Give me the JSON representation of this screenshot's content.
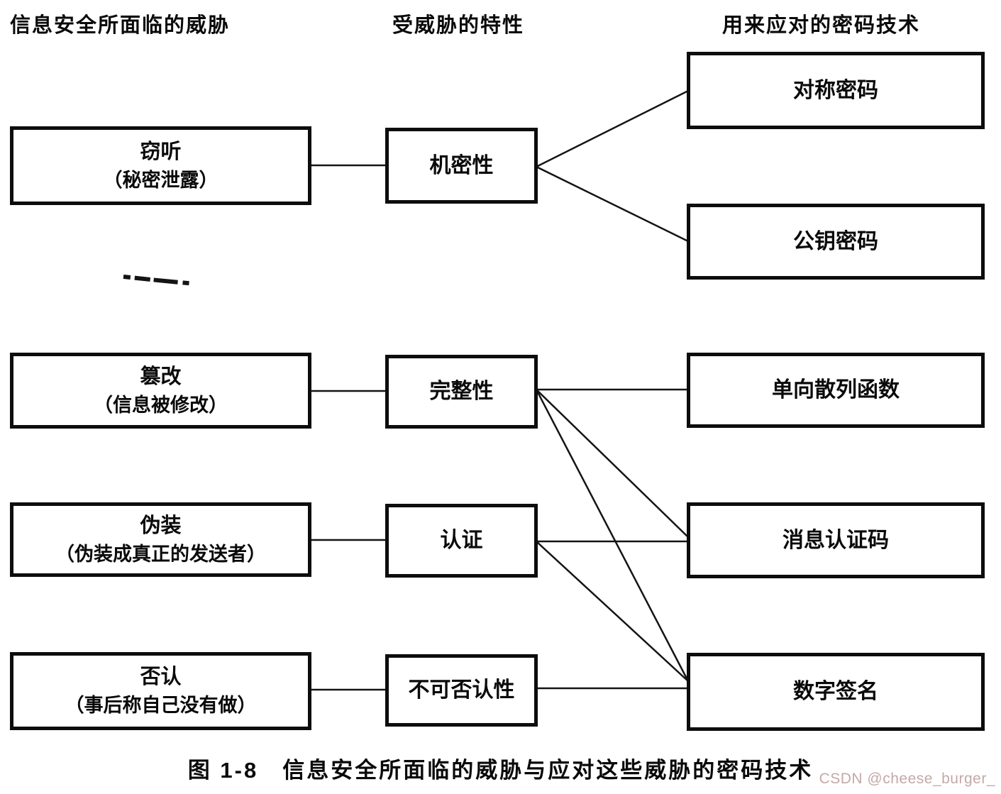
{
  "headers": {
    "threats": "信息安全所面临的威胁",
    "properties": "受威胁的特性",
    "techniques": "用来应对的密码技术"
  },
  "threats": [
    {
      "title": "窃听",
      "subtitle": "（秘密泄露）"
    },
    {
      "title": "篡改",
      "subtitle": "（信息被修改）"
    },
    {
      "title": "伪装",
      "subtitle": "（伪装成真正的发送者）"
    },
    {
      "title": "否认",
      "subtitle": "（事后称自己没有做）"
    }
  ],
  "properties": [
    {
      "label": "机密性"
    },
    {
      "label": "完整性"
    },
    {
      "label": "认证"
    },
    {
      "label": "不可否认性"
    }
  ],
  "techniques": [
    {
      "label": "对称密码"
    },
    {
      "label": "公钥密码"
    },
    {
      "label": "单向散列函数"
    },
    {
      "label": "消息认证码"
    },
    {
      "label": "数字签名"
    }
  ],
  "connections": [
    {
      "from": "窃听",
      "to": "机密性"
    },
    {
      "from": "机密性",
      "to": "对称密码"
    },
    {
      "from": "机密性",
      "to": "公钥密码"
    },
    {
      "from": "篡改",
      "to": "完整性"
    },
    {
      "from": "完整性",
      "to": "单向散列函数"
    },
    {
      "from": "完整性",
      "to": "消息认证码"
    },
    {
      "from": "完整性",
      "to": "数字签名"
    },
    {
      "from": "伪装",
      "to": "认证"
    },
    {
      "from": "认证",
      "to": "消息认证码"
    },
    {
      "from": "认证",
      "to": "数字签名"
    },
    {
      "from": "否认",
      "to": "不可否认性"
    },
    {
      "from": "不可否认性",
      "to": "数字签名"
    }
  ],
  "caption": "图 1-8　信息安全所面临的威胁与应对这些威胁的密码技术",
  "watermark": "CSDN @cheese_burger_",
  "colors": {
    "line": "#141414",
    "box_border": "#0d0d0d",
    "text": "#0a0a0a",
    "watermark": "#c5a8a8"
  }
}
